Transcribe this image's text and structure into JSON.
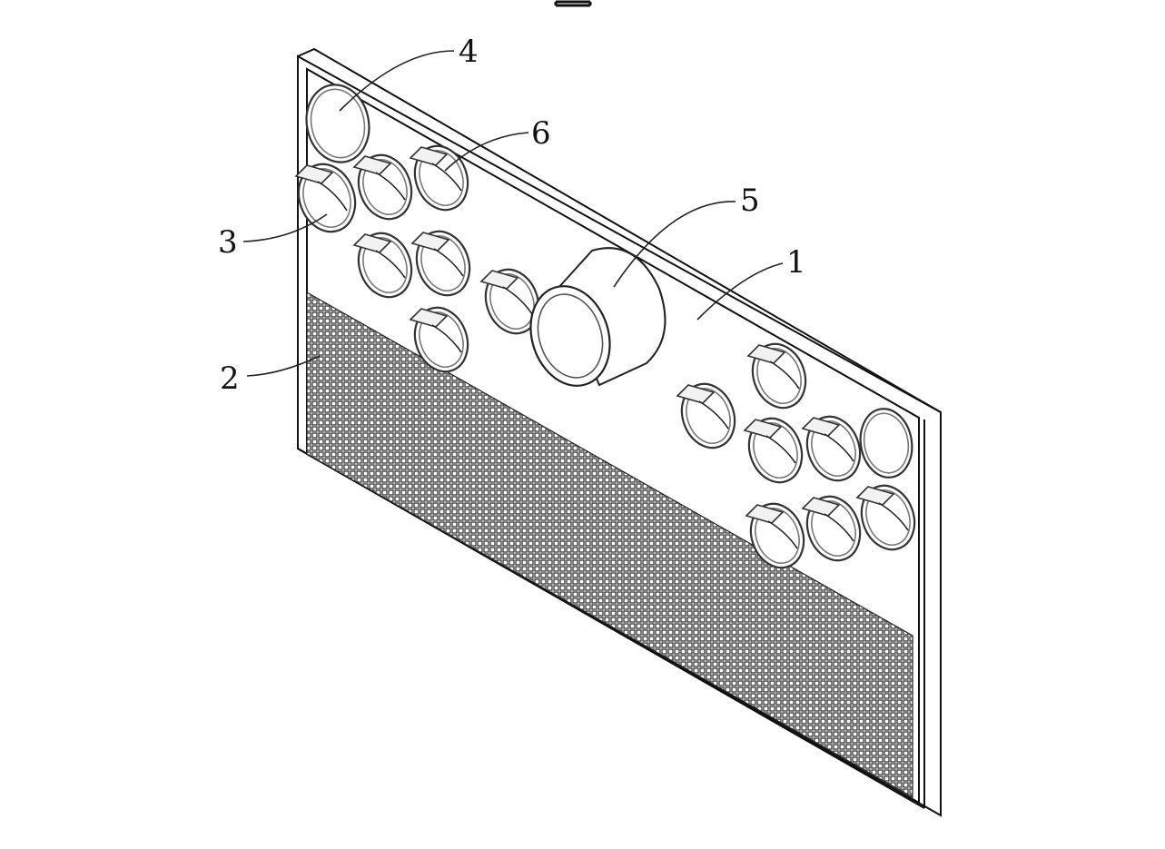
{
  "labels": {
    "l1": "1",
    "l2": "2",
    "l3": "3",
    "l4": "4",
    "l5": "5",
    "l6": "6"
  },
  "colors": {
    "line": "#222222",
    "mesh": "#2a2a2a",
    "background": "#ffffff"
  }
}
